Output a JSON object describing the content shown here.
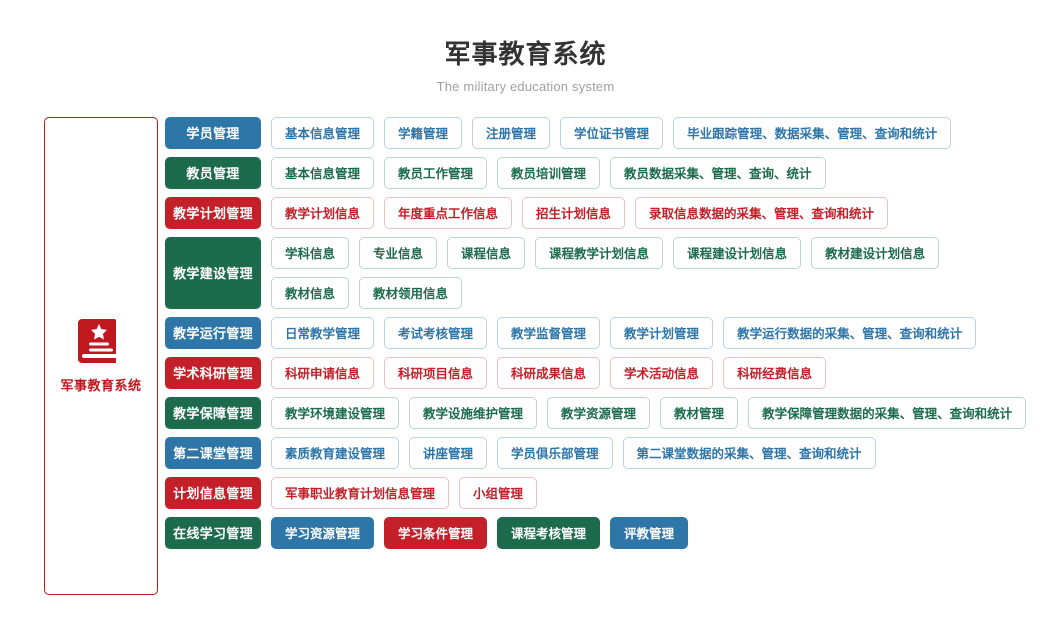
{
  "header": {
    "title": "军事教育系统",
    "subtitle": "The military education system"
  },
  "brand": {
    "icon": "book-star-icon",
    "name": "军事教育系统",
    "border_color": "#c0181f",
    "text_color": "#c0181f"
  },
  "palette": {
    "blue": "#2e75a8",
    "green": "#1d6b4d",
    "red": "#c3202a",
    "title": "#333333",
    "subtitle": "#a0a0a0"
  },
  "matrix": {
    "rows": [
      {
        "category": "学员管理",
        "color": "blue",
        "lines": [
          [
            {
              "label": "基本信息管理",
              "style": "out-blue"
            },
            {
              "label": "学籍管理",
              "style": "out-blue"
            },
            {
              "label": "注册管理",
              "style": "out-blue"
            },
            {
              "label": "学位证书管理",
              "style": "out-blue"
            },
            {
              "label": "毕业跟踪管理、数据采集、管理、查询和统计",
              "style": "out-blue"
            }
          ]
        ]
      },
      {
        "category": "教员管理",
        "color": "green",
        "lines": [
          [
            {
              "label": "基本信息管理",
              "style": "out-green"
            },
            {
              "label": "教员工作管理",
              "style": "out-green"
            },
            {
              "label": "教员培训管理",
              "style": "out-green"
            },
            {
              "label": "教员数据采集、管理、查询、统计",
              "style": "out-green"
            }
          ]
        ]
      },
      {
        "category": "教学计划管理",
        "color": "red",
        "lines": [
          [
            {
              "label": "教学计划信息",
              "style": "out-red"
            },
            {
              "label": "年度重点工作信息",
              "style": "out-red"
            },
            {
              "label": "招生计划信息",
              "style": "out-red"
            },
            {
              "label": "录取信息数据的采集、管理、查询和统计",
              "style": "out-red"
            }
          ]
        ]
      },
      {
        "category": "教学建设管理",
        "color": "green",
        "lines": [
          [
            {
              "label": "学科信息",
              "style": "out-green"
            },
            {
              "label": "专业信息",
              "style": "out-green"
            },
            {
              "label": "课程信息",
              "style": "out-green"
            },
            {
              "label": "课程教学计划信息",
              "style": "out-green"
            },
            {
              "label": "课程建设计划信息",
              "style": "out-green"
            },
            {
              "label": "教材建设计划信息",
              "style": "out-green"
            }
          ],
          [
            {
              "label": "教材信息",
              "style": "out-green"
            },
            {
              "label": "教材领用信息",
              "style": "out-green"
            }
          ]
        ]
      },
      {
        "category": "教学运行管理",
        "color": "blue",
        "lines": [
          [
            {
              "label": "日常教学管理",
              "style": "out-blue"
            },
            {
              "label": "考试考核管理",
              "style": "out-blue"
            },
            {
              "label": "教学监督管理",
              "style": "out-blue"
            },
            {
              "label": "教学计划管理",
              "style": "out-blue"
            },
            {
              "label": "教学运行数据的采集、管理、查询和统计",
              "style": "out-blue"
            }
          ]
        ]
      },
      {
        "category": "学术科研管理",
        "color": "red",
        "lines": [
          [
            {
              "label": "科研申请信息",
              "style": "out-red"
            },
            {
              "label": "科研项目信息",
              "style": "out-red"
            },
            {
              "label": "科研成果信息",
              "style": "out-red"
            },
            {
              "label": "学术活动信息",
              "style": "out-red"
            },
            {
              "label": "科研经费信息",
              "style": "out-red"
            }
          ]
        ]
      },
      {
        "category": "教学保障管理",
        "color": "green",
        "lines": [
          [
            {
              "label": "教学环境建设管理",
              "style": "out-green"
            },
            {
              "label": "教学设施维护管理",
              "style": "out-green"
            },
            {
              "label": "教学资源管理",
              "style": "out-green"
            },
            {
              "label": "教材管理",
              "style": "out-green"
            },
            {
              "label": "教学保障管理数据的采集、管理、查询和统计",
              "style": "out-green"
            }
          ]
        ]
      },
      {
        "category": "第二课堂管理",
        "color": "blue",
        "lines": [
          [
            {
              "label": "素质教育建设管理",
              "style": "out-blue"
            },
            {
              "label": "讲座管理",
              "style": "out-blue"
            },
            {
              "label": "学员俱乐部管理",
              "style": "out-blue"
            },
            {
              "label": "第二课堂数据的采集、管理、查询和统计",
              "style": "out-blue"
            }
          ]
        ]
      },
      {
        "category": "计划信息管理",
        "color": "red",
        "lines": [
          [
            {
              "label": "军事职业教育计划信息管理",
              "style": "out-red"
            },
            {
              "label": "小组管理",
              "style": "out-red"
            }
          ]
        ]
      },
      {
        "category": "在线学习管理",
        "color": "green",
        "lines": [
          [
            {
              "label": "学习资源管理",
              "style": "solid-blue"
            },
            {
              "label": "学习条件管理",
              "style": "solid-red"
            },
            {
              "label": "课程考核管理",
              "style": "solid-green"
            },
            {
              "label": "评教管理",
              "style": "solid-blue"
            }
          ]
        ]
      }
    ]
  }
}
